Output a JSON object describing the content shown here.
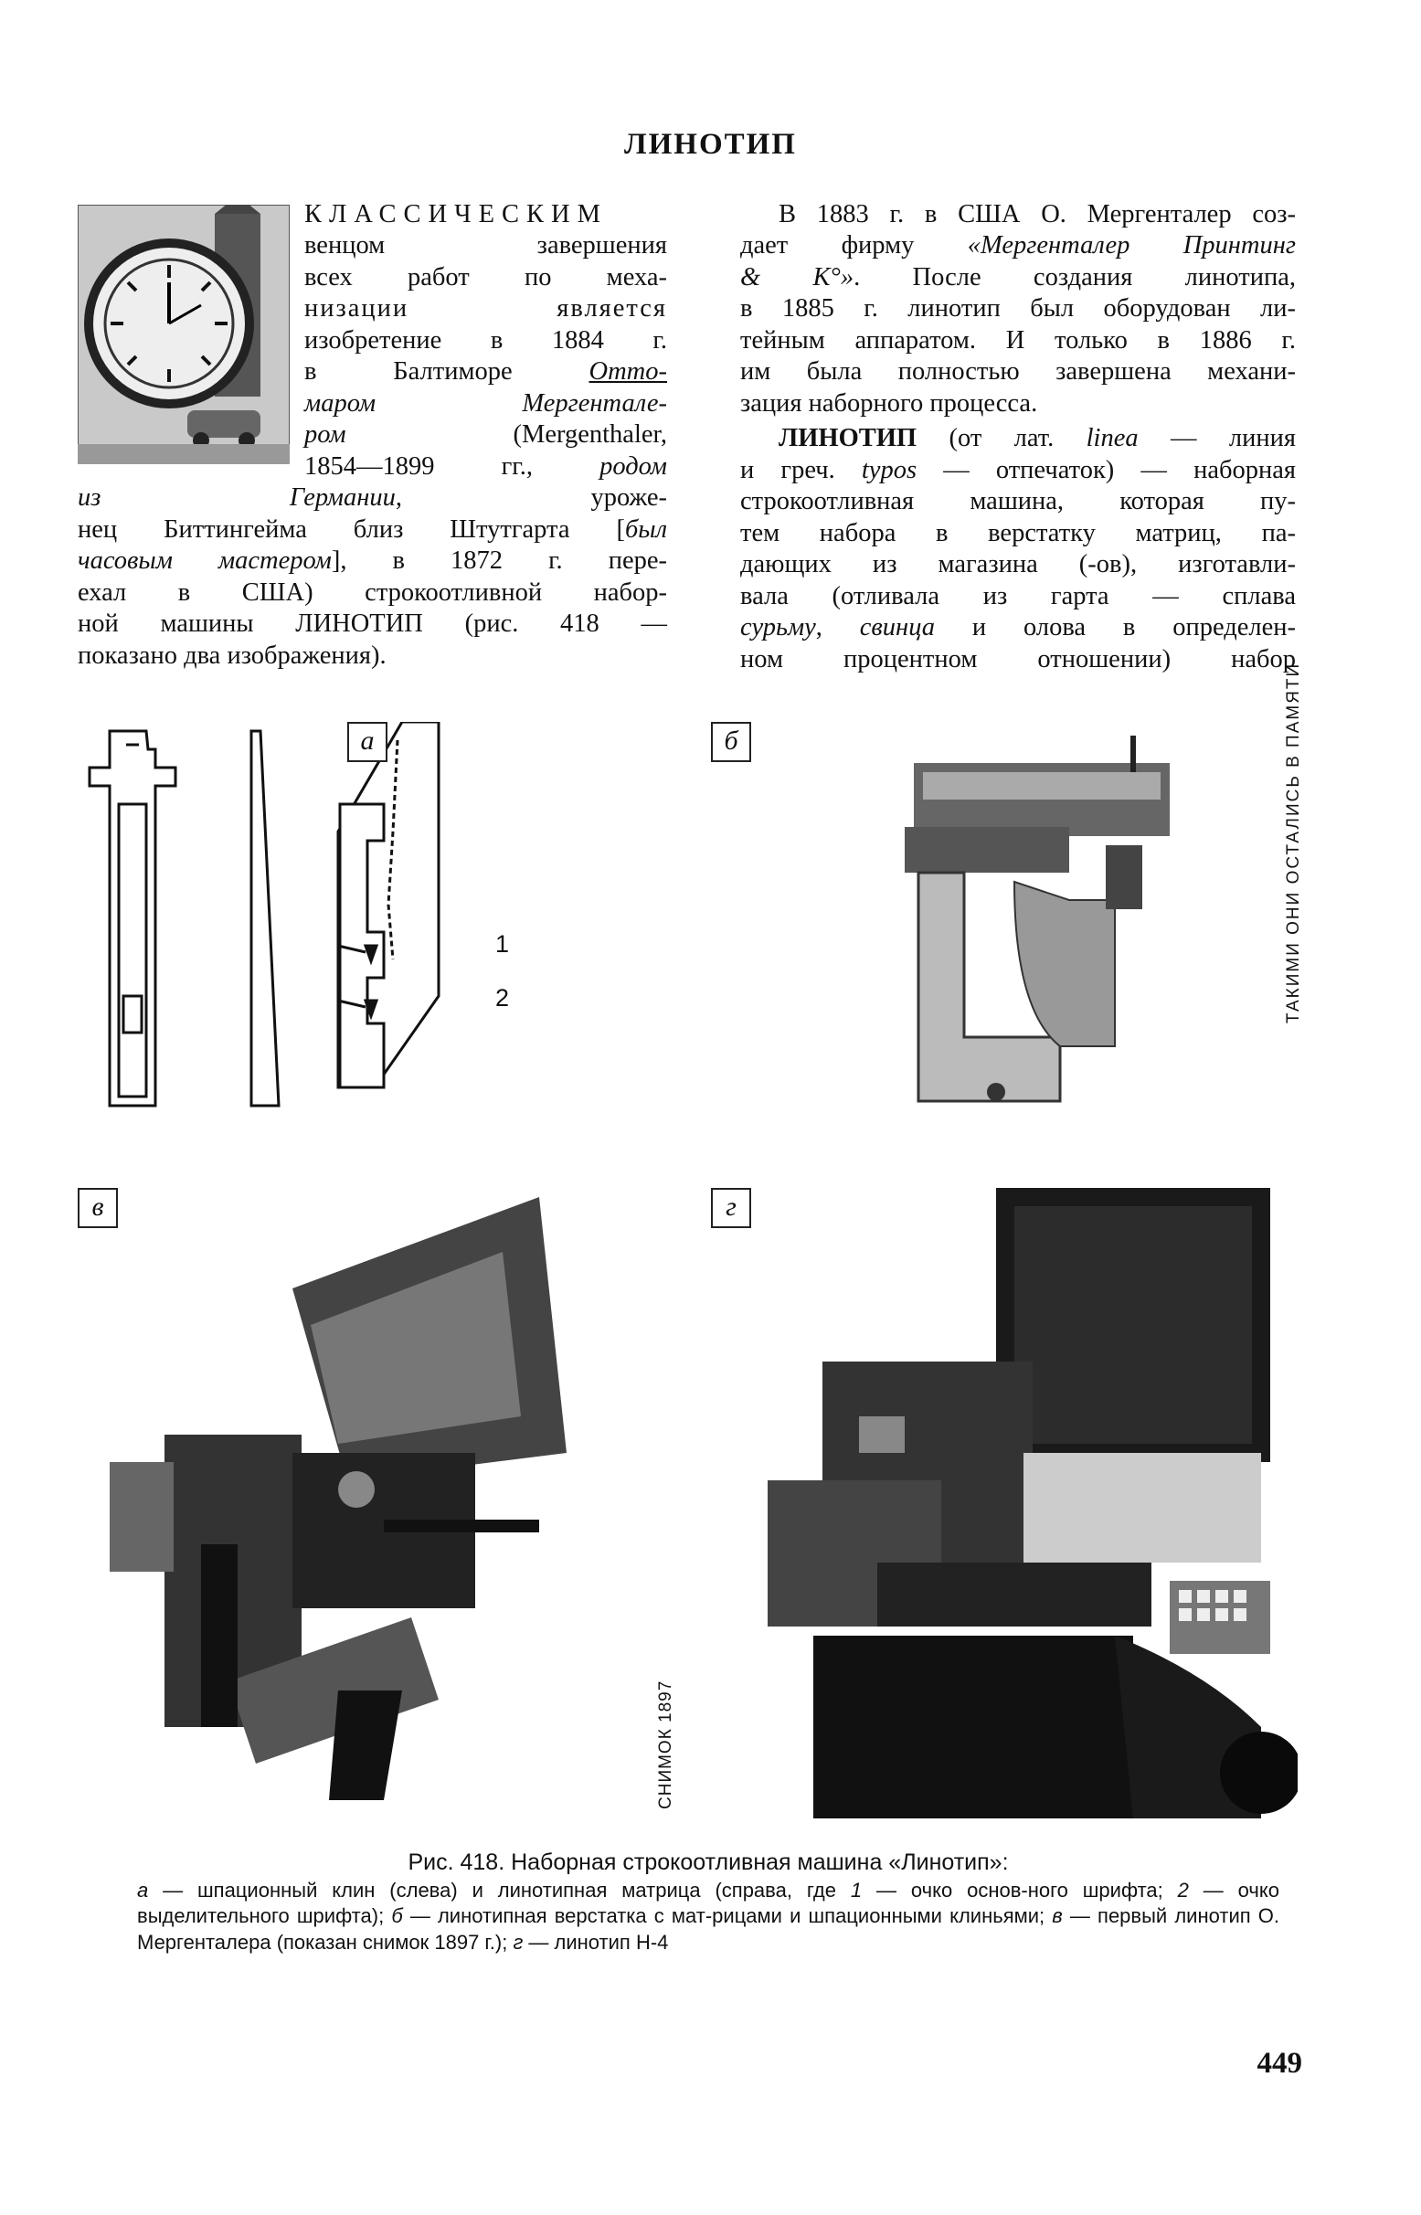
{
  "header": {
    "title": "ЛИНОТИП"
  },
  "left_column": {
    "lead_word": "КЛАССИЧЕСКИМ",
    "l1": "венцом завершения",
    "l2": "всех работ по меха-",
    "l3": "низации является",
    "l4": "изобретение в 1884 г.",
    "l5a": "в Балтиморе ",
    "l5b": "Отто-",
    "l6a": "маром Мергентале-",
    "l7a": "ром",
    "l7b": " (Mergenthaler,",
    "l8a": "1854—1899 гг., ",
    "l8b": "родом",
    "l9a": "из Германии",
    "l9b": ", уроже-",
    "l10": "нец Биттингейма близ Штутгарта [",
    "l10b": "был",
    "l11a": "часовым мастером",
    "l11b": "], в 1872 г. пере-",
    "l12": "ехал в США) строкоотливной набор-",
    "l13": "ной машины ЛИНОТИП (рис. 418 —",
    "l14": "показано два изображения)."
  },
  "right_column": {
    "r1": "В 1883 г. в США О. Мергенталер соз-",
    "r2a": "дает фирму ",
    "r2b": "«Мергенталер Принтинг",
    "r3a": "& К°»",
    "r3b": ". После создания линотипа,",
    "r4": "в 1885 г. линотип был оборудован ли-",
    "r5": "тейным аппаратом. И только в 1886 г.",
    "r6": "им была полностью завершена механи-",
    "r7": "зация наборного процесса.",
    "r8a": "ЛИНОТИП",
    "r8b": " (от лат. ",
    "r8c": "linea",
    "r8d": " — линия",
    "r9a": "и греч. ",
    "r9b": "typos",
    "r9c": " — отпечаток) — наборная",
    "r10": "строкоотливная машина, которая пу-",
    "r11": "тем набора в верстатку матриц, па-",
    "r12": "дающих из магазина (-ов), изготавли-",
    "r13": "вала (отливала из гарта — сплава",
    "r14a": "сурьму",
    "r14b": ", ",
    "r14c": "свинца",
    "r14d": " и олова в определен-",
    "r15": "ном процентном отношении) набор"
  },
  "figure": {
    "label_a": "а",
    "label_b": "б",
    "label_v": "в",
    "label_g": "г",
    "marker_1": "1",
    "marker_2": "2",
    "photo_credit": "СНИМОК 1897",
    "side_note": "ТАКИМИ ОНИ ОСТАЛИСЬ В ПАМЯТИ"
  },
  "caption": {
    "title": "Рис. 418. Наборная строкоотливная машина «Линотип»:",
    "c_a": "а",
    "c1": " — шпационный клин (слева) и линотипная матрица (справа, где ",
    "c_1": "1",
    "c2": " — очко основ-ного шрифта; ",
    "c_2": "2",
    "c3": " — очко выделительного шрифта); ",
    "c_b": "б",
    "c4": " — линотипная верстатка с мат-рицами и шпационными клиньями; ",
    "c_v": "в",
    "c5": " — первый линотип О. Мергенталера (показан снимок 1897 г.); ",
    "c_g": "г",
    "c6": " — линотип Н-4"
  },
  "footer": {
    "page_number": "449"
  }
}
